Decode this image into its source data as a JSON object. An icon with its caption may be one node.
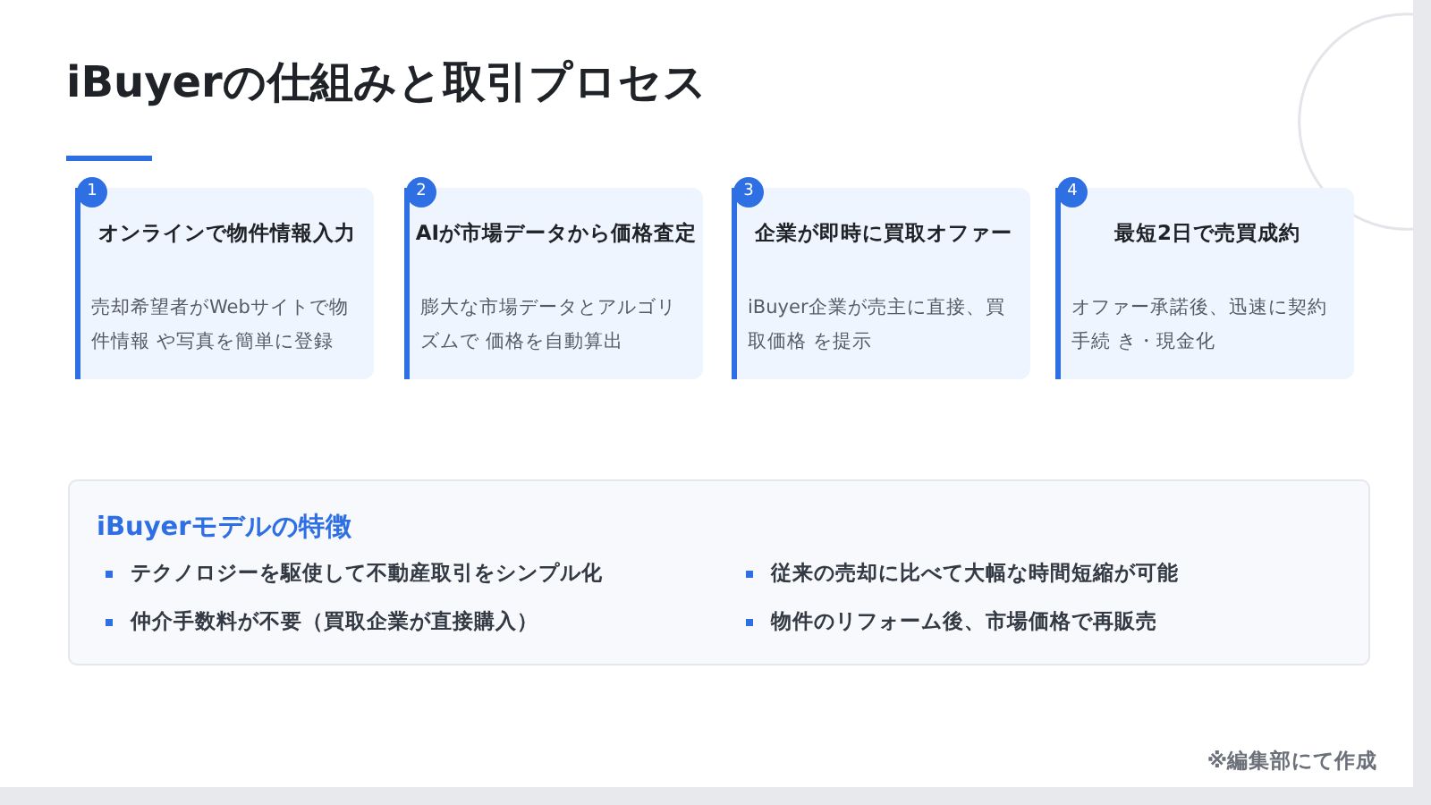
{
  "diagram": {
    "title": "iBuyerの仕組みと取引プロセス",
    "nodes": [
      {
        "text": [
          "1"
        ]
      },
      {
        "text": [
          "オンラインで物件情報入力",
          "売却希望者がWebサイトで物件情報 や写真を簡単に登録"
        ]
      },
      {
        "text": [
          "2"
        ]
      },
      {
        "text": [
          "AIが市場データから価格査定",
          "膨大な市場データとアルゴリズムで 価格を自動算出"
        ]
      },
      {
        "text": [
          "3"
        ]
      },
      {
        "text": [
          "企業が即時に買取オファー",
          "iBuyer企業が売主に直接、買取価格 を提示"
        ]
      },
      {
        "text": [
          "4"
        ]
      },
      {
        "text": [
          "最短2日で売買成約",
          "オファー承諾後、迅速に契約手続 き・現金化"
        ]
      },
      {
        "text": [
          "iBuyerモデルの特徴",
          "テクノロジーを駆使して不動産取引をシンプル化",
          "従来の売却に比べて大幅な時間短縮が可能",
          "仲介手数料が不要（買取企業が直接購入）",
          "物件のリフォーム後、市場価格で再販売"
        ]
      }
    ],
    "edges": [],
    "labels": [
      "※編集部にて作成"
    ]
  }
}
